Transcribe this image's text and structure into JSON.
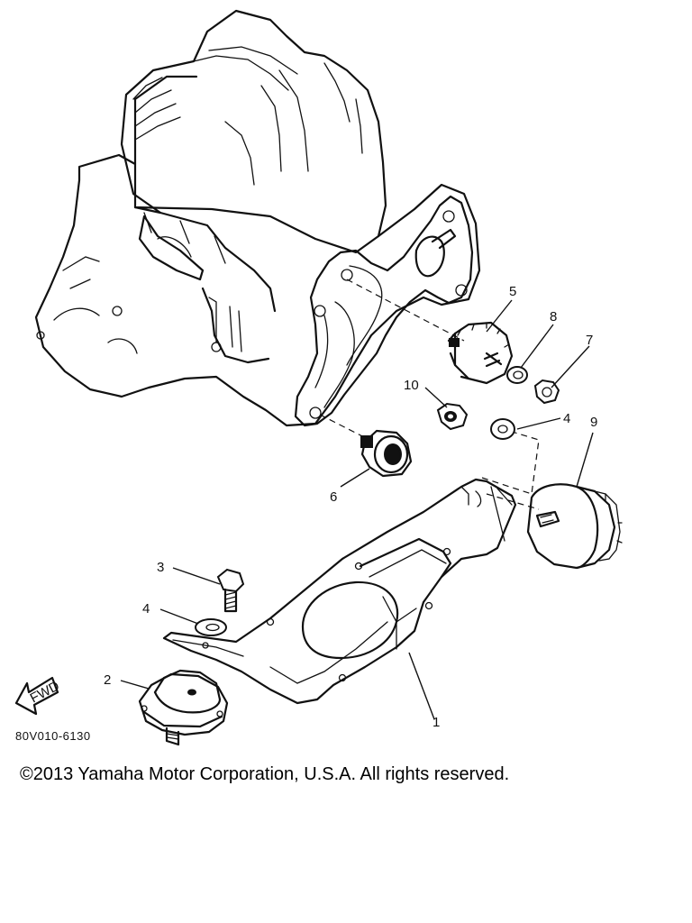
{
  "diagram": {
    "callouts": [
      {
        "id": "c1",
        "label": "1"
      },
      {
        "id": "c2",
        "label": "2"
      },
      {
        "id": "c3",
        "label": "3"
      },
      {
        "id": "c4a",
        "label": "4"
      },
      {
        "id": "c4b",
        "label": "4"
      },
      {
        "id": "c5",
        "label": "5"
      },
      {
        "id": "c6",
        "label": "6"
      },
      {
        "id": "c7",
        "label": "7"
      },
      {
        "id": "c8",
        "label": "8"
      },
      {
        "id": "c9",
        "label": "9"
      },
      {
        "id": "c10",
        "label": "10"
      }
    ],
    "fwd_label": "FWD",
    "diagram_code": "80V010-6130"
  },
  "footer": {
    "copyright": "©2013 Yamaha Motor Corporation, U.S.A. All rights reserved."
  }
}
